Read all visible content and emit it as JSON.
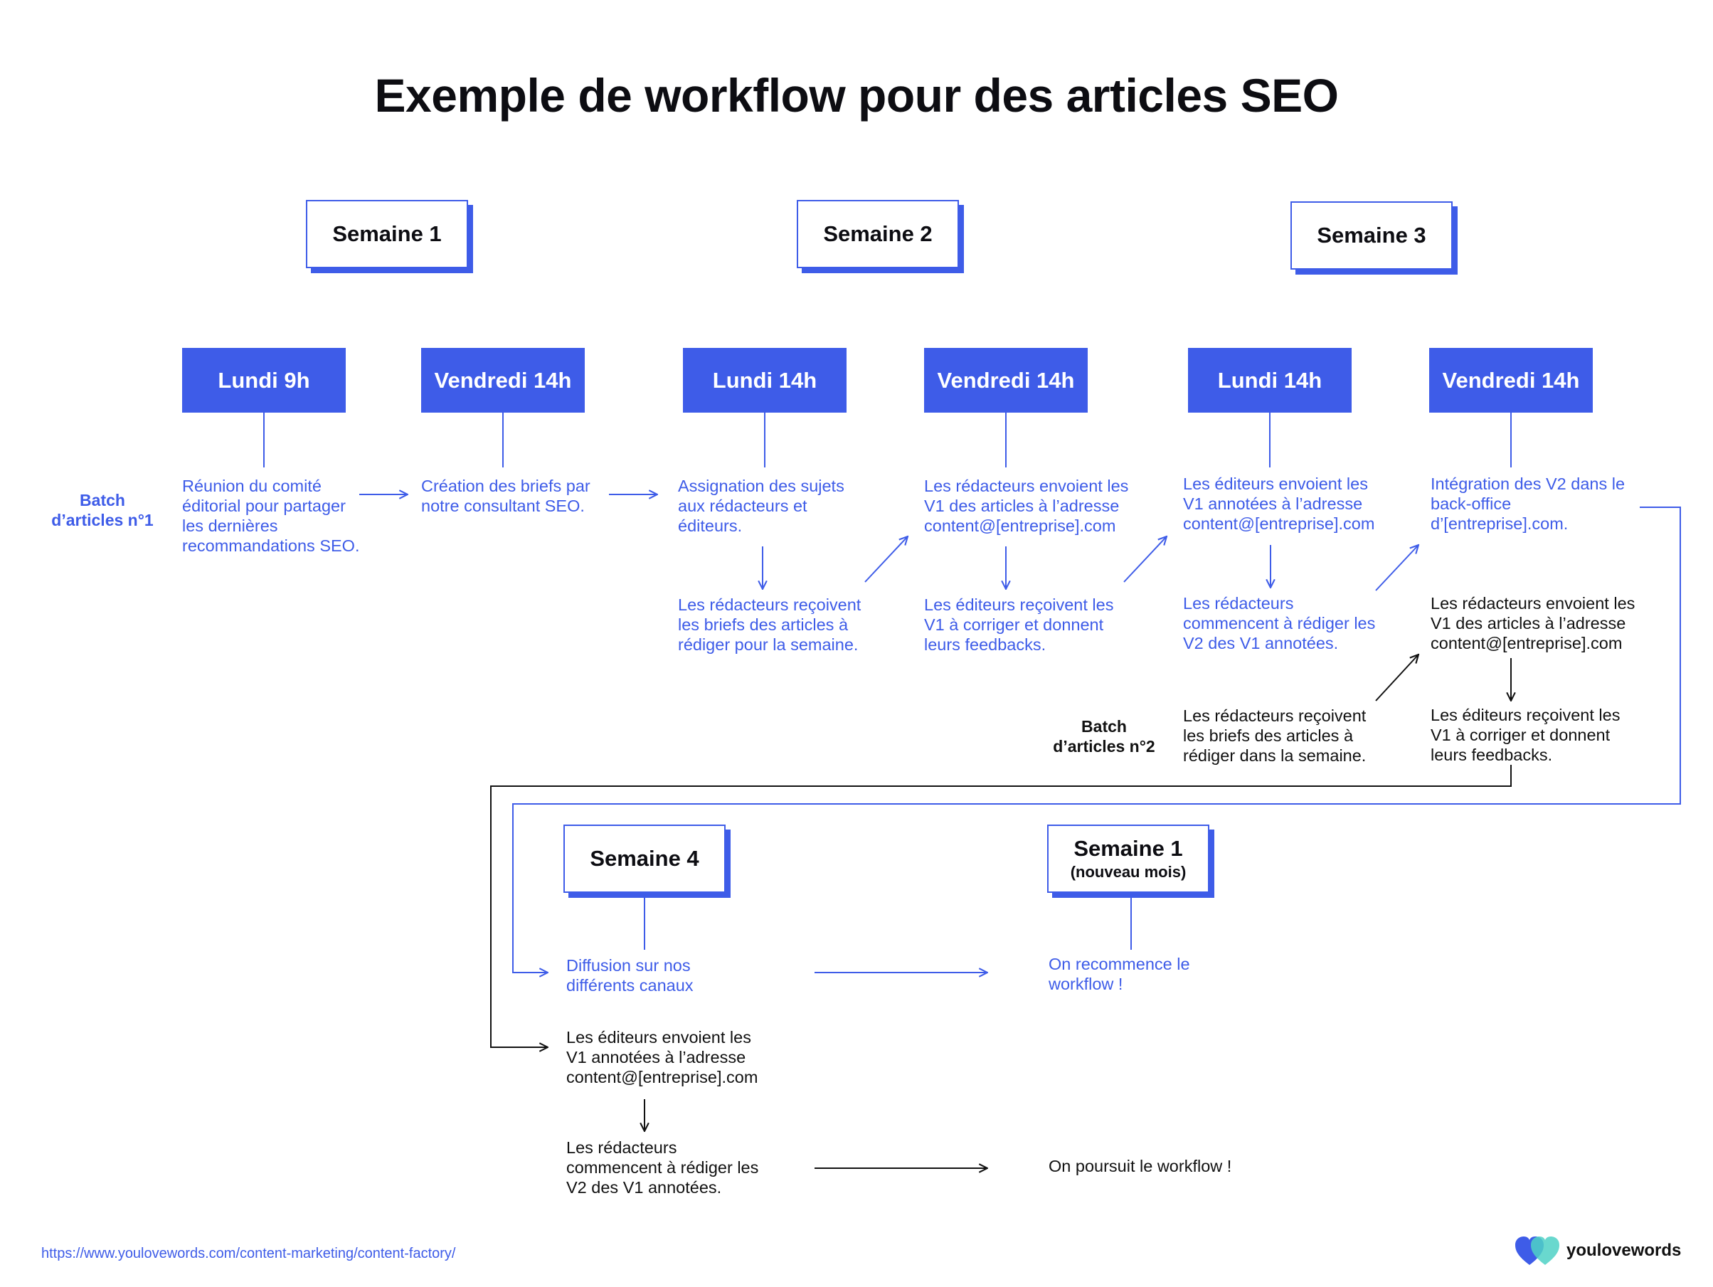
{
  "title": "Exemple de workflow pour des articles SEO",
  "weeks": {
    "w1": "Semaine 1",
    "w2": "Semaine 2",
    "w3": "Semaine 3",
    "w4": "Semaine 4",
    "w1new": "Semaine 1",
    "w1new_sub": "(nouveau mois)"
  },
  "days": {
    "d1": "Lundi 9h",
    "d2": "Vendredi 14h",
    "d3": "Lundi 14h",
    "d4": "Vendredi 14h",
    "d5": "Lundi 14h",
    "d6": "Vendredi 14h"
  },
  "batches": {
    "b1_line1": "Batch",
    "b1_line2": "d’articles n°1",
    "b2_line1": "Batch",
    "b2_line2": "d’articles n°2"
  },
  "steps": {
    "s1": "Réunion du comité éditorial pour partager les dernières recommandations SEO.",
    "s2": "Création des briefs par notre consultant SEO.",
    "s3": "Assignation des sujets aux rédacteurs et éditeurs.",
    "s3b": "Les rédacteurs reçoivent les briefs des articles à rédiger pour la semaine.",
    "s4": "Les rédacteurs envoient les V1 des articles à l’adresse content@[entreprise].com",
    "s4b": "Les éditeurs reçoivent les V1 à corriger et donnent leurs feedbacks.",
    "s5": "Les éditeurs envoient les V1 annotées à l’adresse content@[entreprise].com",
    "s5b": "Les rédacteurs commencent à rédiger les V2 des V1 annotées.",
    "s6": "Intégration des V2 dans le back-office d’[entreprise].com.",
    "b2_s1": "Les rédacteurs reçoivent les briefs des articles à rédiger dans la semaine.",
    "b2_s2": "Les rédacteurs envoient les V1 des articles à l’adresse content@[entreprise].com",
    "b2_s3": "Les éditeurs reçoivent les V1 à corriger et donnent leurs feedbacks.",
    "w4_s1": "Diffusion sur nos différents canaux",
    "w4_s2": "On recommence le workflow !",
    "w4_b1": "Les éditeurs envoient les V1 annotées à l’adresse content@[entreprise].com",
    "w4_b2": "Les rédacteurs commencent à rédiger les V2 des V1 annotées.",
    "w4_b3": "On poursuit le workflow !"
  },
  "footer": {
    "url": "https://www.youlovewords.com/content-marketing/content-factory/",
    "brand": "youlovewords"
  },
  "colors": {
    "blue": "#3e5ce8",
    "dark": "#111111",
    "teal": "#4fd1c5"
  }
}
